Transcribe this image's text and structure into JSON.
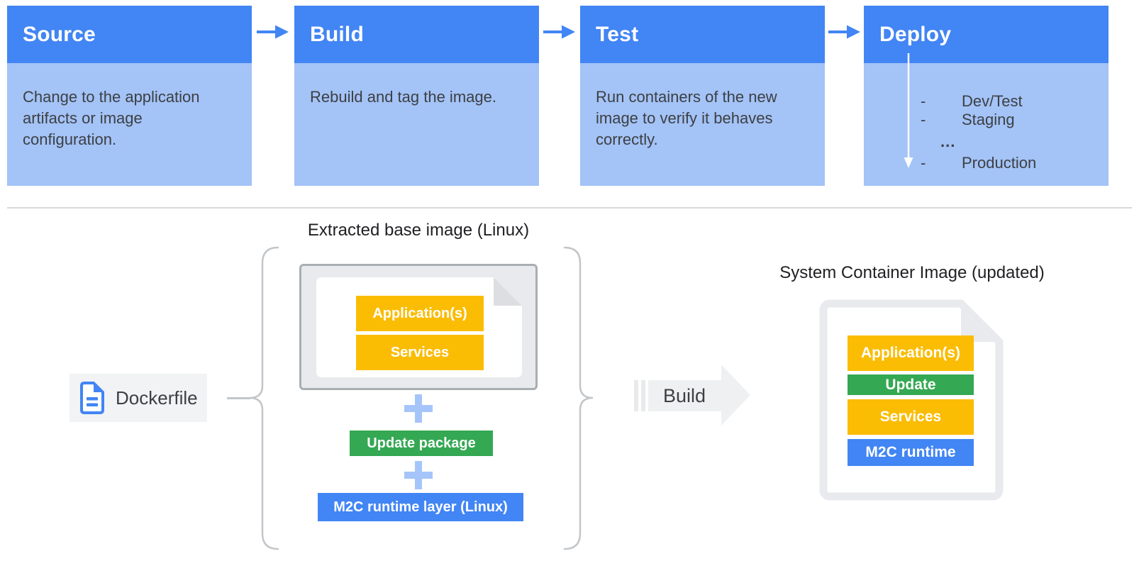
{
  "pipeline": {
    "stages": [
      {
        "title": "Source",
        "description": "Change to the application artifacts or image configuration."
      },
      {
        "title": "Build",
        "description": "Rebuild and tag the image."
      },
      {
        "title": "Test",
        "description": "Run containers of the new image to verify it behaves correctly."
      },
      {
        "title": "Deploy",
        "items": [
          {
            "bullet": "-",
            "label": "Dev/Test"
          },
          {
            "bullet": "-",
            "label": "Staging"
          },
          {
            "bullet": "",
            "label": "..."
          },
          {
            "bullet": "-",
            "label": "Production"
          }
        ]
      }
    ],
    "connector_icon": "arrow-right-icon",
    "deploy_flow_icon": "arrow-down-icon"
  },
  "assembly": {
    "heading": "Extracted base image (Linux)",
    "base_image_layers": [
      "Application(s)",
      "Services"
    ],
    "plus": "+",
    "update_package": "Update package",
    "runtime_layer": "M2C runtime layer (Linux)"
  },
  "dockerfile": {
    "label": "Dockerfile",
    "icon": "document-icon"
  },
  "build_step": {
    "label": "Build",
    "icon": "arrow-right-icon"
  },
  "result": {
    "heading": "System Container Image (updated)",
    "layers": [
      {
        "label": "Application(s)",
        "color": "#FBBC04"
      },
      {
        "label": "Update",
        "color": "#34A853"
      },
      {
        "label": "Services",
        "color": "#FBBC04"
      },
      {
        "label": "M2C runtime",
        "color": "#4285F4"
      }
    ]
  },
  "colors": {
    "stage_header_blue": "#4285F4",
    "stage_body_blue": "#A4C3F7",
    "yellow": "#FBBC04",
    "green": "#34A853",
    "blue": "#4285F4",
    "plus_blue": "#A5C5FA",
    "frame_gray": "#E8EAED",
    "text_dark": "#3C4043",
    "heading_text": "#202124"
  }
}
